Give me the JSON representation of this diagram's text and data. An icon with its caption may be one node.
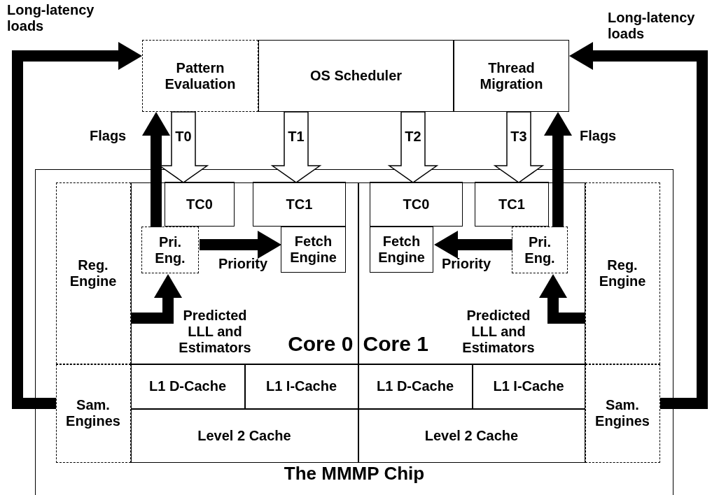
{
  "diagram": {
    "nodes": [
      {
        "text": [
          "Pattern Evaluation"
        ]
      },
      {
        "text": [
          "OS Scheduler"
        ]
      },
      {
        "text": [
          "Thread Migration"
        ]
      },
      {
        "text": [
          "The MMMP Chip"
        ]
      },
      {
        "text": [
          "Reg. Engine"
        ],
        "in": 3
      },
      {
        "text": [
          "Sam. Engines"
        ],
        "in": 3
      },
      {
        "text": [
          "Core 0"
        ],
        "in": 3
      },
      {
        "text": [
          "TC0"
        ],
        "in": 6
      },
      {
        "text": [
          "TC1"
        ],
        "in": 6
      },
      {
        "text": [
          "Pri. Eng."
        ],
        "in": 6
      },
      {
        "text": [
          "Fetch Engine"
        ],
        "in": 6
      },
      {
        "text": [
          "L1 D-Cache"
        ],
        "in": 3
      },
      {
        "text": [
          "L1 I-Cache"
        ],
        "in": 3
      },
      {
        "text": [
          "Level 2 Cache"
        ],
        "in": 3
      },
      {
        "text": [
          "Core 1"
        ],
        "in": 3
      },
      {
        "text": [
          "TC0"
        ],
        "in": 14
      },
      {
        "text": [
          "TC1"
        ],
        "in": 14
      },
      {
        "text": [
          "Fetch Engine"
        ],
        "in": 14
      },
      {
        "text": [
          "Pri. Eng."
        ],
        "in": 14
      },
      {
        "text": [
          "Reg. Engine"
        ],
        "in": 3
      },
      {
        "text": [
          "Sam. Engines"
        ],
        "in": 3
      },
      {
        "text": [
          "L1 D-Cache"
        ],
        "in": 3
      },
      {
        "text": [
          "L1 I-Cache"
        ],
        "in": 3
      },
      {
        "text": [
          "Level 2 Cache"
        ],
        "in": 3
      }
    ],
    "edges": [
      {
        "from": 5,
        "to": 0,
        "arrow": "to",
        "label": "Long-latency loads"
      },
      {
        "from": 20,
        "to": 2,
        "arrow": "to",
        "label": "Long-latency loads"
      },
      {
        "from": 9,
        "to": 0,
        "arrow": "to",
        "label": "Flags"
      },
      {
        "from": 18,
        "to": 2,
        "arrow": "to",
        "label": "Flags"
      },
      {
        "from": 0,
        "to": 7,
        "arrow": "to",
        "label": "T0",
        "style": "thick"
      },
      {
        "from": 1,
        "to": 8,
        "arrow": "to",
        "label": "T1",
        "style": "thick"
      },
      {
        "from": 1,
        "to": 15,
        "arrow": "to",
        "label": "T2",
        "style": "thick"
      },
      {
        "from": 2,
        "to": 16,
        "arrow": "to",
        "label": "T3",
        "style": "thick"
      },
      {
        "from": 9,
        "to": 10,
        "arrow": "to",
        "label": "Priority"
      },
      {
        "from": 18,
        "to": 17,
        "arrow": "to",
        "label": "Priority"
      },
      {
        "from": 4,
        "to": 9,
        "arrow": "to",
        "label": "Predicted LLL and Estimators"
      },
      {
        "from": 19,
        "to": 18,
        "arrow": "to",
        "label": "Predicted LLL and Estimators"
      }
    ]
  }
}
